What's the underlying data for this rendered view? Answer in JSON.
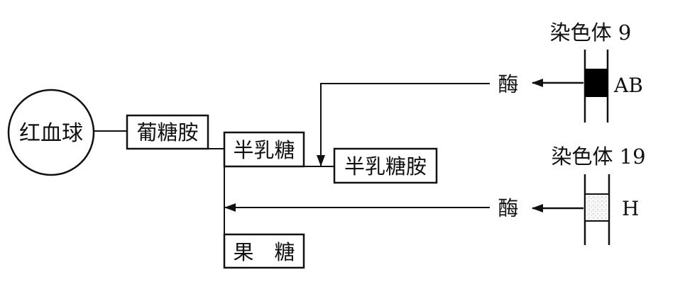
{
  "nodes": {
    "rbc": "红血球",
    "glucosamine": "葡糖胺",
    "galactose": "半乳糖",
    "galactosamine": "半乳糖胺",
    "fructose": "果　糖"
  },
  "enzymes": {
    "enzyme_top": "酶",
    "enzyme_bottom": "酶"
  },
  "chromosomes": {
    "chr9_label": "染色体 9",
    "chr9_gene": "AB",
    "chr19_label": "染色体 19",
    "chr19_gene": "H"
  },
  "colors": {
    "line": "#111111",
    "band_ab": "#000000",
    "band_h": "#f2f2f2"
  }
}
